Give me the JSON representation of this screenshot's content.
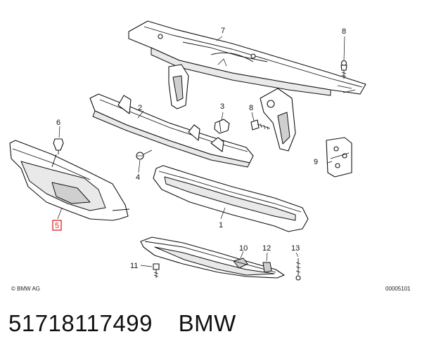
{
  "copyright": "© BMW AG",
  "diagram_code": "00005101",
  "callouts": {
    "c1": "1",
    "c2": "2",
    "c3": "3",
    "c4": "4",
    "c5": "5",
    "c6": "6",
    "c7": "7",
    "c8a": "8",
    "c8b": "8",
    "c9": "9",
    "c10": "10",
    "c11": "11",
    "c12": "12",
    "c13": "13"
  },
  "highlighted_callout": "5",
  "part_number": "51718117499",
  "brand": "BMW",
  "colors": {
    "line": "#111111",
    "highlight": "#e02020"
  }
}
